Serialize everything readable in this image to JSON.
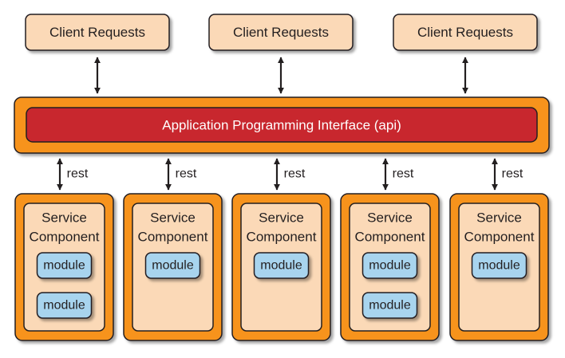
{
  "colors": {
    "peach": "#fbd9b7",
    "orange": "#f7931e",
    "api_red": "#c8272e",
    "module_blue": "#a8d4ee",
    "outline": "#231f20"
  },
  "clients": [
    {
      "label": "Client Requests"
    },
    {
      "label": "Client Requests"
    },
    {
      "label": "Client Requests"
    }
  ],
  "api": {
    "label": "Application Programming Interface (api)"
  },
  "connection_label": "rest",
  "services": [
    {
      "line1": "Service",
      "line2": "Component",
      "modules": [
        "module",
        "module"
      ]
    },
    {
      "line1": "Service",
      "line2": "Component",
      "modules": [
        "module"
      ]
    },
    {
      "line1": "Service",
      "line2": "Component",
      "modules": [
        "module"
      ]
    },
    {
      "line1": "Service",
      "line2": "Component",
      "modules": [
        "module",
        "module"
      ]
    },
    {
      "line1": "Service",
      "line2": "Component",
      "modules": [
        "module"
      ]
    }
  ]
}
